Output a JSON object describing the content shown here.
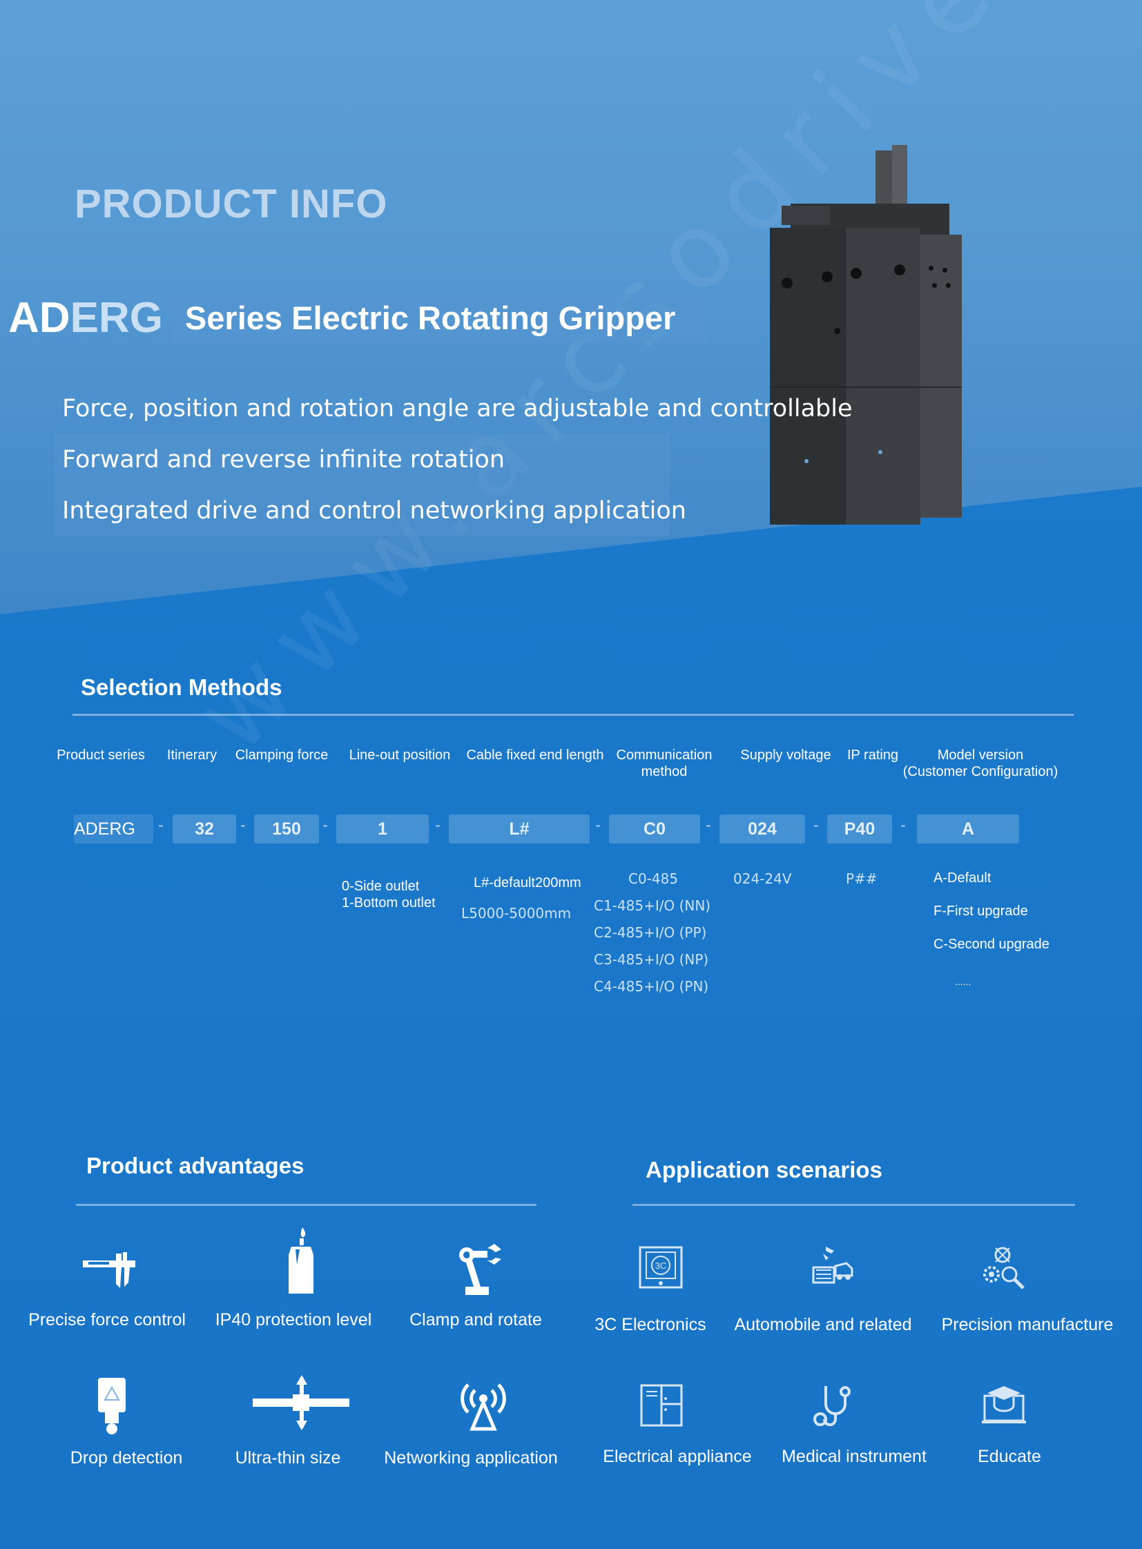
{
  "header": {
    "product_info": "PRODUCT INFO",
    "brand_part1": "AD",
    "brand_part2": "ERG",
    "series_title": "Series Electric Rotating Gripper",
    "features": [
      "Force, position and rotation angle  are adjustable and controllable",
      "Forward and reverse infinite rotation",
      "Integrated drive and control networking application"
    ]
  },
  "watermark": "www.arcsodrive.com",
  "selection": {
    "title": "Selection Methods",
    "columns": [
      {
        "head": "Product series",
        "value": "ADERG"
      },
      {
        "head": "Itinerary",
        "value": "32"
      },
      {
        "head": "Clamping force",
        "value": "150"
      },
      {
        "head": "Line-out position",
        "value": "1"
      },
      {
        "head": "Cable fixed end length",
        "value": "L#"
      },
      {
        "head": "Communication\nmethod",
        "value": "C0"
      },
      {
        "head": "Supply voltage",
        "value": "024"
      },
      {
        "head": "IP rating",
        "value": "P40"
      },
      {
        "head": "Model version\n(Customer Configuration)",
        "value": "A"
      }
    ],
    "separator": "-",
    "options": {
      "line_out": [
        "0-Side outlet",
        "1-Bottom outlet"
      ],
      "cable": [
        "L#-default200mm",
        "L5000-5000mm"
      ],
      "comm": [
        "C0-485",
        "C1-485+I/O (NN)",
        "C2-485+I/O (PP)",
        "C3-485+I/O (NP)",
        "C4-485+I/O (PN)"
      ],
      "voltage": [
        "024-24V"
      ],
      "ip": [
        "P##"
      ],
      "version": [
        "A-Default",
        "F-First upgrade",
        "C-Second upgrade",
        "......"
      ]
    }
  },
  "advantages": {
    "title": "Product advantages",
    "items": [
      {
        "label": "Precise force control",
        "icon": "caliper-icon"
      },
      {
        "label": "IP40 protection level",
        "icon": "water-drop-icon"
      },
      {
        "label": "Clamp and rotate",
        "icon": "robot-arm-icon"
      },
      {
        "label": "Drop detection",
        "icon": "sensor-warning-icon"
      },
      {
        "label": "Ultra-thin size",
        "icon": "thin-size-icon"
      },
      {
        "label": "Networking application",
        "icon": "network-broadcast-icon"
      }
    ]
  },
  "applications": {
    "title": "Application scenarios",
    "items": [
      {
        "label": "3C Electronics",
        "icon": "3c-monitor-icon"
      },
      {
        "label": "Automobile and related",
        "icon": "automobile-icon"
      },
      {
        "label": "Precision manufacture",
        "icon": "gear-search-icon"
      },
      {
        "label": "Electrical appliance",
        "icon": "refrigerator-icon"
      },
      {
        "label": "Medical instrument",
        "icon": "stethoscope-icon"
      },
      {
        "label": "Educate",
        "icon": "graduation-icon"
      }
    ]
  }
}
